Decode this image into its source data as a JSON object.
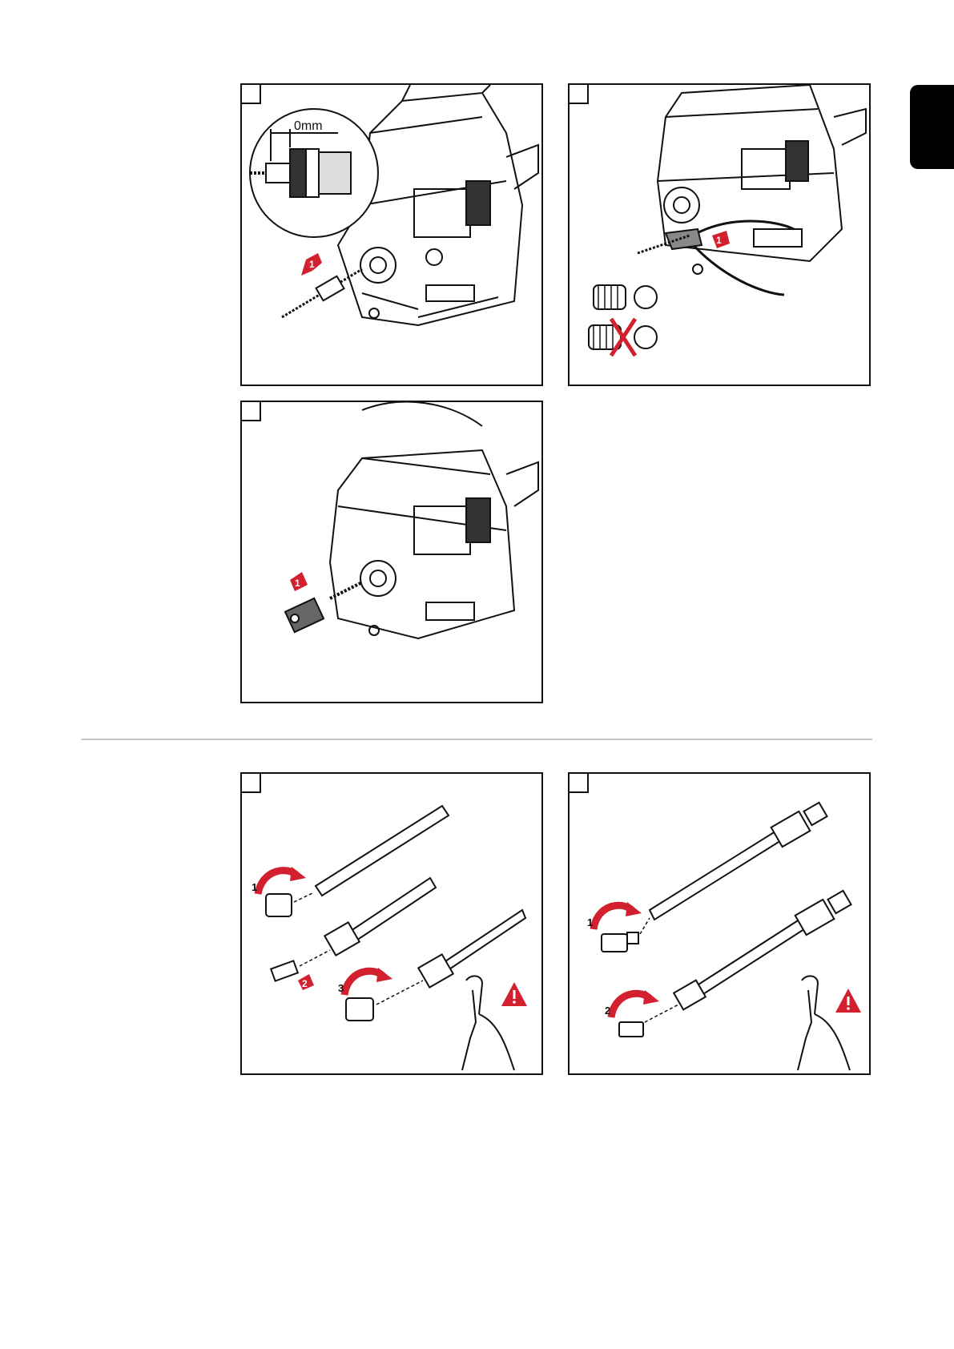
{
  "colors": {
    "accent_red": "#d2202f",
    "outline": "#111111",
    "divider": "#c8c8c8",
    "tab": "#000000"
  },
  "panels": {
    "p1": {
      "dimension_label": "0mm",
      "arrow_number": "1"
    },
    "p2": {
      "arrow_number": "1"
    },
    "p3": {
      "arrow_number": "1"
    },
    "p4": {
      "arrow_1": "1",
      "arrow_2": "2",
      "arrow_3": "3"
    },
    "p5": {
      "arrow_1": "1",
      "arrow_2": "2"
    }
  },
  "icons": [
    "warning-triangle-icon",
    "wrench-hand-icon",
    "rotate-arrow-icon",
    "direction-arrow-icon",
    "cross-mark-icon"
  ]
}
